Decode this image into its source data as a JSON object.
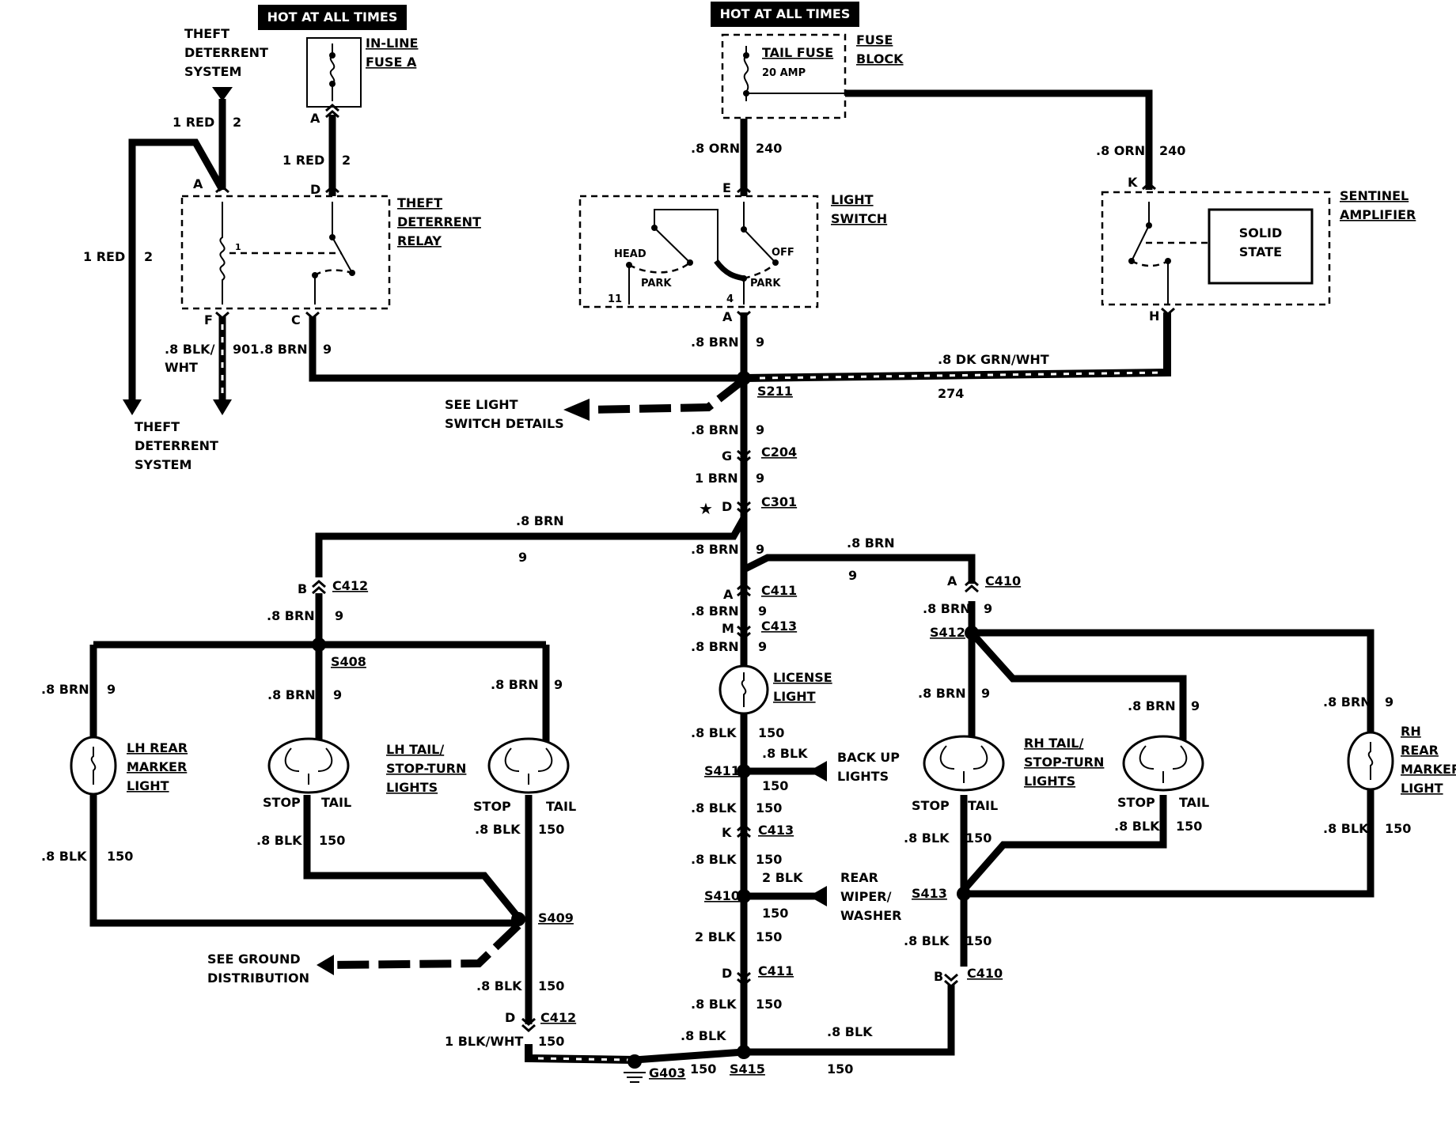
{
  "headers": {
    "hot1": "HOT AT ALL TIMES",
    "hot2": "HOT AT ALL TIMES"
  },
  "components": {
    "theft_top": [
      "THEFT",
      "DETERRENT",
      "SYSTEM"
    ],
    "theft_bottom": [
      "THEFT",
      "DETERRENT",
      "SYSTEM"
    ],
    "inline_fuse": [
      "IN-LINE",
      "FUSE A"
    ],
    "tail_fuse": "TAIL FUSE",
    "tail_fuse_amp": "20 AMP",
    "fuse_block": [
      "FUSE",
      "BLOCK"
    ],
    "relay": [
      "THEFT",
      "DETERRENT",
      "RELAY"
    ],
    "light_switch": [
      "LIGHT",
      "SWITCH"
    ],
    "switch_positions": {
      "head": "HEAD",
      "park1": "PARK",
      "off": "OFF",
      "park2": "PARK"
    },
    "sentinel": [
      "SENTINEL",
      "AMPLIFIER"
    ],
    "solid_state": [
      "SOLID",
      "STATE"
    ],
    "see_light_switch": [
      "SEE LIGHT",
      "SWITCH DETAILS"
    ],
    "license_light": [
      "LICENSE",
      "LIGHT"
    ],
    "back_up": [
      "BACK UP",
      "LIGHTS"
    ],
    "rear_wiper": [
      "REAR",
      "WIPER/",
      "WASHER"
    ],
    "lh_rear_marker": [
      "LH REAR",
      "MARKER",
      "LIGHT"
    ],
    "lh_tail": [
      "LH TAIL/",
      "STOP-TURN",
      "LIGHTS"
    ],
    "rh_tail": [
      "RH TAIL/",
      "STOP-TURN",
      "LIGHTS"
    ],
    "rh_rear_marker": [
      "RH",
      "REAR",
      "MARKER",
      "LIGHT"
    ],
    "see_ground": [
      "SEE GROUND",
      "DISTRIBUTION"
    ],
    "stop": "STOP",
    "tail": "TAIL"
  },
  "wires": {
    "red1": "1 RED",
    "red_circ": "2",
    "brn08": ".8 BRN",
    "brn1": "1 BRN",
    "circ9": "9",
    "orn08": ".8 ORN",
    "circ240": "240",
    "blkwht08": ".8 BLK/",
    "wht": "WHT",
    "circ901": "901",
    "dkgrnwht": ".8 DK GRN/WHT",
    "circ274": "274",
    "blk08": ".8 BLK",
    "blk2": "2 BLK",
    "circ150": "150",
    "blkwht1": "1 BLK/WHT"
  },
  "splices": {
    "s211": "S211",
    "s408": "S408",
    "s409": "S409",
    "s410": "S410",
    "s411": "S411",
    "s412": "S412",
    "s413": "S413",
    "s415": "S415",
    "g403": "G403"
  },
  "connectors": {
    "c204": "C204",
    "c301": "C301",
    "c410": "C410",
    "c411": "C411",
    "c412": "C412",
    "c413": "C413"
  },
  "pins": {
    "a": "A",
    "b": "B",
    "c": "C",
    "d": "D",
    "e": "E",
    "f": "F",
    "g": "G",
    "h": "H",
    "k": "K",
    "m": "M",
    "n11": "11",
    "n4": "4",
    "n1": "1",
    "star": "★"
  }
}
